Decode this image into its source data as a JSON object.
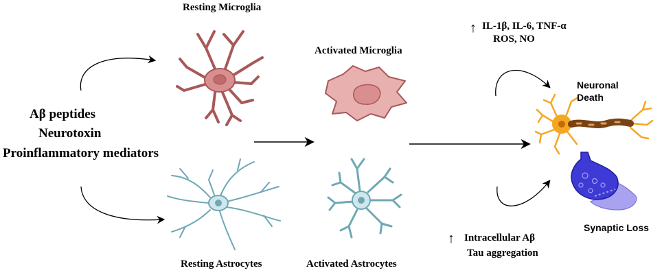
{
  "inputs": {
    "line1": "Aβ peptides",
    "line2": "Neurotoxin",
    "line3": "Proinflammatory mediators"
  },
  "cells": {
    "resting_microglia": "Resting Microglia",
    "resting_astrocytes": "Resting Astrocytes",
    "activated_microglia": "Activated Microglia",
    "activated_astrocytes": "Activated Astrocytes"
  },
  "outcomes": {
    "cytokines_arrow": "↑",
    "cytokines_line1": "IL-1β, IL-6, TNF-α",
    "cytokines_line2": "ROS, NO",
    "neuronal_death_line1": "Neuronal",
    "neuronal_death_line2": "Death",
    "synaptic_loss": "Synaptic Loss",
    "intracellular_arrow": "↑",
    "intracellular_line1": "Intracellular Aβ",
    "intracellular_line2": "Tau aggregation"
  },
  "colors": {
    "microglia_fill": "#d98f8f",
    "microglia_stroke": "#a85858",
    "astrocyte_stroke": "#6fa8b5",
    "neuron_orange": "#f5a623",
    "axon_brown": "#7a4210",
    "synapse_blue": "#3d3ad6",
    "synapse_lavender": "#a8a2f0",
    "arrow": "#000000"
  }
}
